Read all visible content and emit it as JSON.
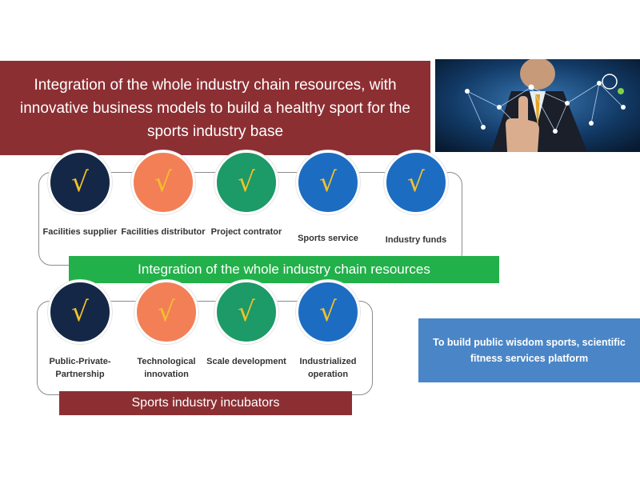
{
  "banner": {
    "text": "Integration of the whole industry chain resources, with innovative business models to build a healthy sport for the sports industry base"
  },
  "check_symbol": "√",
  "colors": {
    "banner": "#8c2f33",
    "navy": "#142746",
    "orange": "#f37f57",
    "green": "#1c9a67",
    "blue": "#1c6dc2",
    "check": "#f2c02a",
    "green_bar": "#22b04a",
    "info_box": "#4a86c7"
  },
  "row1": {
    "items": [
      {
        "label": "Facilities supplier",
        "color": "navy"
      },
      {
        "label": "Facilities distributor",
        "color": "orange"
      },
      {
        "label": "Project contrator",
        "color": "green"
      },
      {
        "label": "Sports service",
        "color": "blue"
      },
      {
        "label": "Industry funds",
        "color": "blue"
      }
    ],
    "bar_text": "Integration of the whole industry chain resources"
  },
  "row2": {
    "items": [
      {
        "label": "Public-Private-Partnership",
        "color": "navy"
      },
      {
        "label": "Technological innovation",
        "color": "orange"
      },
      {
        "label": "Scale development",
        "color": "green"
      },
      {
        "label": "Industrialized operation",
        "color": "blue"
      }
    ],
    "bar_text": "Sports industry incubators"
  },
  "info_box": {
    "text": "To build public wisdom sports, scientific fitness services platform"
  },
  "photo": {
    "icon": "touch-network-icon"
  }
}
